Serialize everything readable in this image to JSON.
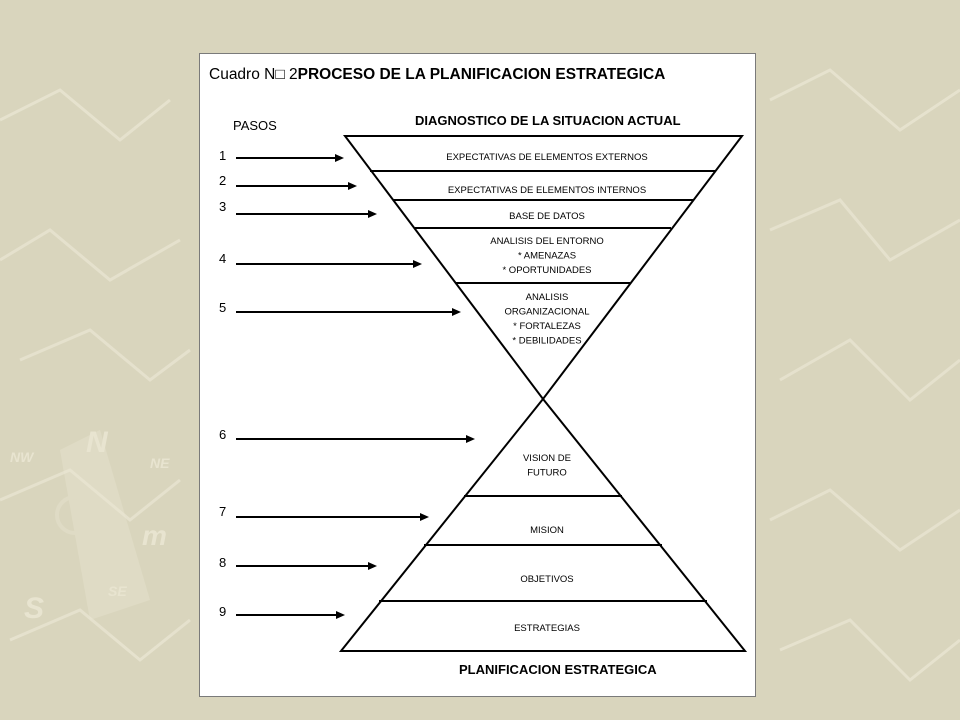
{
  "title": {
    "prefix": "Cuadro N□ 2",
    "main": "PROCESO DE LA PLANIFICACION ESTRATEGICA"
  },
  "pasos_label": "PASOS",
  "top_heading": "DIAGNOSTICO DE  LA SITUACION ACTUAL",
  "bottom_heading": "PLANIFICACION ESTRATEGICA",
  "steps": [
    "1",
    "2",
    "3",
    "4",
    "5",
    "6",
    "7",
    "8",
    "9"
  ],
  "diagnostic_sections": [
    [
      "EXPECTATIVAS DE ELEMENTOS EXTERNOS"
    ],
    [
      "EXPECTATIVAS DE ELEMENTOS INTERNOS"
    ],
    [
      "BASE DE DATOS"
    ],
    [
      "ANALISIS DEL ENTORNO",
      "* AMENAZAS",
      "* OPORTUNIDADES"
    ],
    [
      "ANALISIS",
      "ORGANIZACIONAL",
      "* FORTALEZAS",
      "* DEBILIDADES"
    ]
  ],
  "planning_sections": [
    [
      "VISION DE",
      "FUTURO"
    ],
    [
      "MISION"
    ],
    [
      "OBJETIVOS"
    ],
    [
      "ESTRATEGIAS"
    ]
  ],
  "background_compass_letters": [
    "N",
    "S",
    "m",
    "NW",
    "NE",
    "SE"
  ],
  "colors": {
    "background": "#d9d5bd",
    "background_lines": "#e6e2cd",
    "card": "#ffffff",
    "ink": "#000000"
  }
}
